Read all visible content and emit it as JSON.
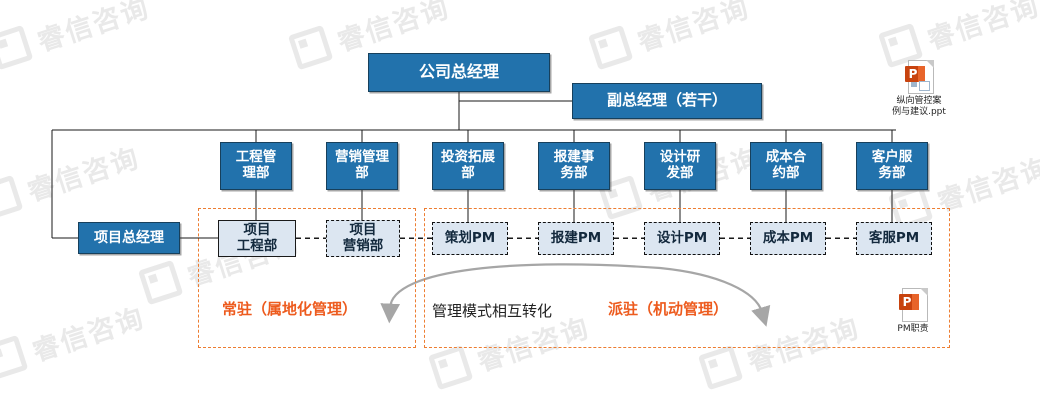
{
  "diagram": {
    "title_text": "",
    "colors": {
      "exec_fill": "#2272AC",
      "exec_text": "#FFFFFF",
      "pm_fill": "#DCE6F1",
      "pm_text": "#13293D",
      "group_border": "#ED7D31",
      "caption_orange": "#ED5B1E",
      "caption_dark": "#222222",
      "line": "#1A1A1A",
      "arrow_gray": "#A6A6A6",
      "watermark": "#E9E9E9"
    },
    "executives": [
      {
        "id": "general-manager",
        "label": "公司总经理"
      },
      {
        "id": "deputy-general-manager",
        "label": "副总经理（若干）"
      }
    ],
    "project_manager": {
      "id": "project-general-manager",
      "label": "项目总经理"
    },
    "departments": [
      {
        "id": "engineering-management",
        "label": "工程管\n理部"
      },
      {
        "id": "marketing-management",
        "label": "营销管理\n部"
      },
      {
        "id": "investment-development",
        "label": "投资拓展\n部"
      },
      {
        "id": "construction-affairs",
        "label": "报建事\n务部"
      },
      {
        "id": "design-research",
        "label": "设计研\n发部"
      },
      {
        "id": "cost-contract",
        "label": "成本合\n约部"
      },
      {
        "id": "customer-service",
        "label": "客户服\n务部"
      }
    ],
    "project_units": [
      {
        "id": "project-engineering",
        "label": "项目\n工程部",
        "style": "solid"
      },
      {
        "id": "project-marketing",
        "label": "项目\n营销部",
        "style": "dashed"
      },
      {
        "id": "planning-pm",
        "label": "策划PM",
        "style": "dashed"
      },
      {
        "id": "construction-pm",
        "label": "报建PM",
        "style": "dashed"
      },
      {
        "id": "design-pm",
        "label": "设计PM",
        "style": "dashed"
      },
      {
        "id": "cost-pm",
        "label": "成本PM",
        "style": "dashed"
      },
      {
        "id": "service-pm",
        "label": "客服PM",
        "style": "dashed"
      }
    ],
    "group_labels": {
      "resident": "常驻（属地化管理）",
      "transition": "管理模式相互转化",
      "dispatched": "派驻（机动管理）"
    },
    "attachments": [
      {
        "id": "vertical-control-ppt",
        "name_line1": "纵向管控案",
        "name_line2": "例与建议.ppt"
      },
      {
        "id": "pm-duties-ppt",
        "name_line1": "PM职责",
        "name_line2": ""
      }
    ],
    "watermark_text": "睿信咨询"
  }
}
